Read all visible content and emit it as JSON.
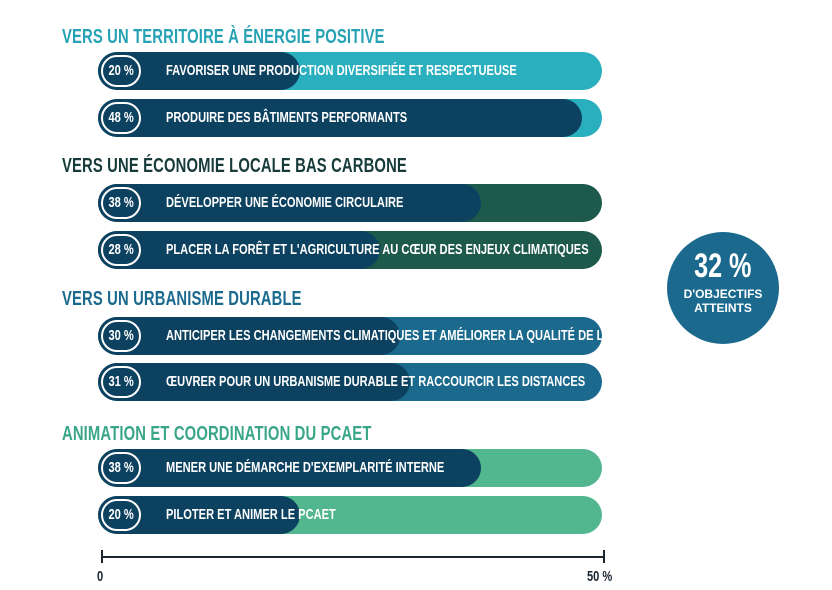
{
  "colors": {
    "dark": "#0d4160",
    "teal": "#2aafbf",
    "forest": "#1e5a4c",
    "ocean": "#1b6a8e",
    "green": "#52b68f",
    "title_teal": "#26a2b4",
    "title_dark": "#163b3a",
    "title_ocean": "#1b6a8e",
    "title_green": "#3aa688"
  },
  "chart_data": {
    "type": "bar",
    "orientation": "horizontal",
    "xlim": [
      0,
      50
    ],
    "axis_labels": [
      "0",
      "50 %"
    ],
    "sections": [
      {
        "title": "VERS UN TERRITOIRE À ÉNERGIE POSITIVE",
        "items": [
          {
            "label": "FAVORISER UNE PRODUCTION DIVERSIFIÉE ET RESPECTUEUSE",
            "value": 20,
            "value_label": "20 %"
          },
          {
            "label": "PRODUIRE DES BÂTIMENTS PERFORMANTS",
            "value": 48,
            "value_label": "48 %"
          }
        ]
      },
      {
        "title": "VERS UNE ÉCONOMIE LOCALE BAS CARBONE",
        "items": [
          {
            "label": "DÉVELOPPER UNE ÉCONOMIE CIRCULAIRE",
            "value": 38,
            "value_label": "38 %"
          },
          {
            "label": "PLACER LA FORÊT ET L'AGRICULTURE AU CŒUR DES ENJEUX CLIMATIQUES",
            "value": 28,
            "value_label": "28 %"
          }
        ]
      },
      {
        "title": "VERS UN URBANISME DURABLE",
        "items": [
          {
            "label": "ANTICIPER LES CHANGEMENTS CLIMATIQUES ET AMÉLIORER LA QUALITÉ DE L'AIR",
            "value": 30,
            "value_label": "30 %"
          },
          {
            "label": "ŒUVRER POUR UN URBANISME DURABLE ET RACCOURCIR LES DISTANCES",
            "value": 31,
            "value_label": "31 %"
          }
        ]
      },
      {
        "title": "ANIMATION ET COORDINATION DU PCAET",
        "items": [
          {
            "label": "MENER UNE DÉMARCHE D'EXEMPLARITÉ INTERNE",
            "value": 38,
            "value_label": "38 %"
          },
          {
            "label": "PILOTER ET ANIMER LE PCAET",
            "value": 20,
            "value_label": "20 %"
          }
        ]
      }
    ],
    "summary": {
      "value": 32,
      "value_label": "32 %",
      "text_line1": "D'OBJECTIFS",
      "text_line2": "ATTEINTS"
    }
  }
}
